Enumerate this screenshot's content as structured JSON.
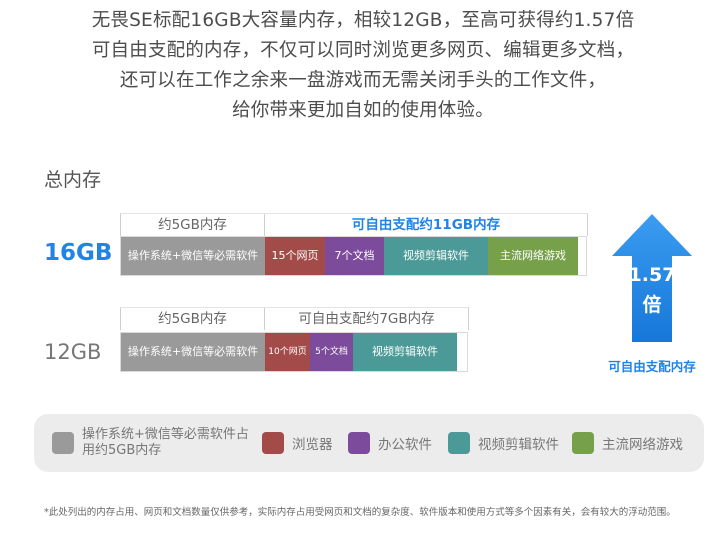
{
  "intro": {
    "lines": [
      "无畏SE标配16GB大容量内存，相较12GB，至高可获得约1.57倍",
      "可自由支配的内存，不仅可以同时浏览更多网页、编辑更多文档，",
      "还可以在工作之余来一盘游戏而无需关闭手头的工作文件，",
      "给你带来更加自如的使用体验。"
    ]
  },
  "section_title": "总内存",
  "colors": {
    "system": "#9a9a9a",
    "browser": "#a34b48",
    "office": "#7c4b9c",
    "video": "#4b9a98",
    "game": "#76a04a",
    "accent": "#1f84e6"
  },
  "config_16": {
    "label": "16GB",
    "scale_left": "约5GB内存",
    "scale_right": "可自由支配约11GB内存",
    "segments": [
      {
        "text": "操作系统+微信等必需软件",
        "kind": "system"
      },
      {
        "text": "15个网页",
        "kind": "browser"
      },
      {
        "text": "7个文档",
        "kind": "office"
      },
      {
        "text": "视频剪辑软件",
        "kind": "video"
      },
      {
        "text": "主流网络游戏",
        "kind": "game"
      }
    ]
  },
  "config_12": {
    "label": "12GB",
    "scale_left": "约5GB内存",
    "scale_right": "可自由支配约7GB内存",
    "segments": [
      {
        "text": "操作系统+微信等必需软件",
        "kind": "system"
      },
      {
        "text": "10个网页",
        "kind": "browser"
      },
      {
        "text": "5个文档",
        "kind": "office"
      },
      {
        "text": "视频剪辑软件",
        "kind": "video"
      }
    ]
  },
  "arrow": {
    "value": "1.57",
    "unit": "倍",
    "caption": "可自由支配内存"
  },
  "legend": [
    {
      "label": "操作系统+微信等必需软件占用约5GB内存",
      "kind": "system"
    },
    {
      "label": "浏览器",
      "kind": "browser"
    },
    {
      "label": "办公软件",
      "kind": "office"
    },
    {
      "label": "视频剪辑软件",
      "kind": "video"
    },
    {
      "label": "主流网络游戏",
      "kind": "game"
    }
  ],
  "footnote": "*此处列出的内存占用、网页和文档数量仅供参考，实际内存占用受网页和文档的复杂度、软件版本和使用方式等多个因素有关，会有较大的浮动范围。"
}
